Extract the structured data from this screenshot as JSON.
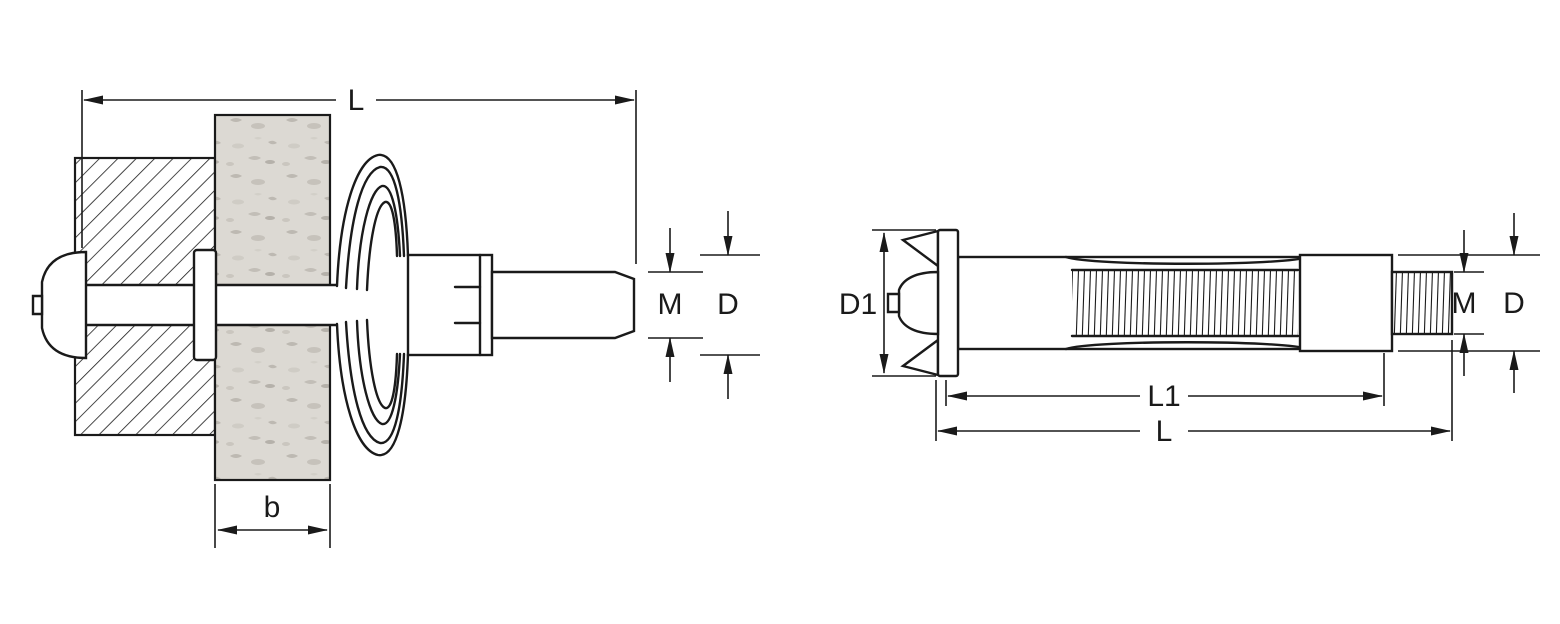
{
  "style": {
    "ink": "#1a1a1a",
    "board_fill": "#dcd9d3",
    "background": "#ffffff"
  },
  "figure_left": {
    "labels": {
      "length": "L",
      "thread_diameter": "M",
      "body_diameter": "D",
      "wall_thickness": "b"
    }
  },
  "figure_right": {
    "labels": {
      "flange_diameter": "D1",
      "thread_diameter": "M",
      "body_diameter": "D",
      "working_length": "L1",
      "total_length": "L"
    }
  }
}
